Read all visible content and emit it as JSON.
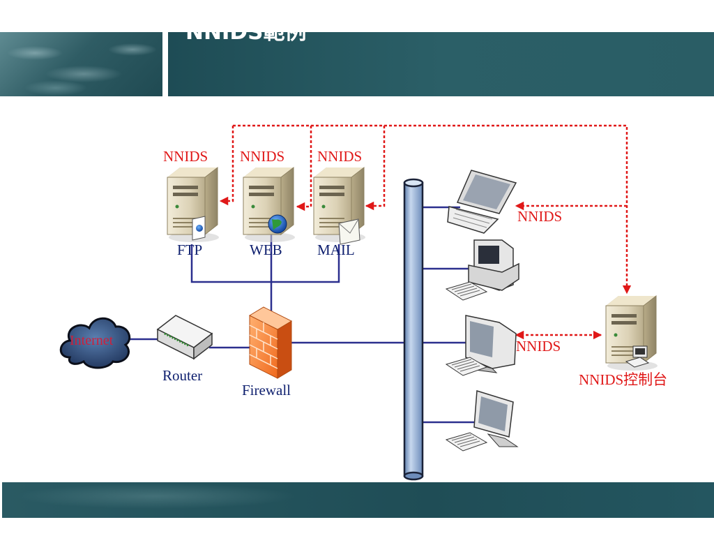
{
  "slide": {
    "title": "NNIDS範例"
  },
  "diagram": {
    "nodes": {
      "internet": {
        "label": "Internet",
        "icon": "cloud-icon"
      },
      "router": {
        "label": "Router",
        "icon": "router-icon"
      },
      "firewall": {
        "label": "Firewall",
        "icon": "firewall-icon"
      },
      "ftp": {
        "label": "FTP",
        "tag": "NNIDS",
        "icon": "server-icon"
      },
      "web": {
        "label": "WEB",
        "tag": "NNIDS",
        "icon": "server-icon"
      },
      "mail": {
        "label": "MAIL",
        "tag": "NNIDS",
        "icon": "server-icon"
      },
      "laptop": {
        "tag": "NNIDS",
        "icon": "laptop-icon"
      },
      "desktop": {
        "icon": "desktop-icon"
      },
      "crt_workstation": {
        "tag": "NNIDS",
        "icon": "monitor-icon"
      },
      "lcd_workstation": {
        "icon": "monitor-icon"
      },
      "console": {
        "label": "NNIDS控制台",
        "icon": "server-icon"
      }
    },
    "colors": {
      "network_line": "#2b2f8e",
      "management_link": "#e01818",
      "nnids_label": "#e01818",
      "device_label": "#0e1f6e",
      "header_band": "#2a5d65",
      "backbone": "#9fb8d8"
    }
  }
}
